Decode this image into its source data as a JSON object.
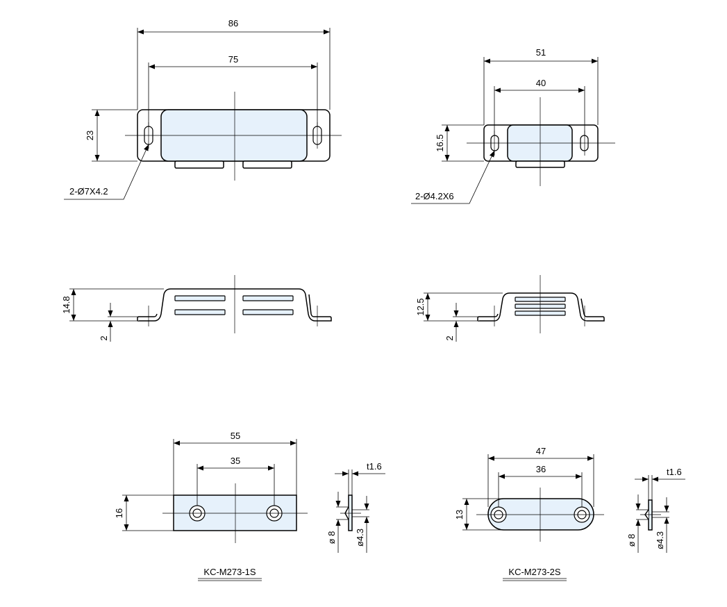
{
  "views": {
    "large_top": {
      "overall_width": "86",
      "hole_pitch": "75",
      "height": "23",
      "hole_spec": "2-Ø7X4.2"
    },
    "small_top": {
      "overall_width": "51",
      "hole_pitch": "40",
      "height": "16.5",
      "hole_spec": "2-Ø4.2X6"
    },
    "large_side": {
      "height": "14.8",
      "base_thickness": "2"
    },
    "small_side": {
      "height": "12.5",
      "base_thickness": "2"
    },
    "plate_1s": {
      "overall_width": "55",
      "hole_pitch": "35",
      "height": "16",
      "thickness": "t1.6",
      "counterbore_dia": "ø 8",
      "hole_dia": "ø4.3",
      "model": "KC-M273-1S"
    },
    "plate_2s": {
      "overall_width": "47",
      "hole_pitch": "36",
      "height": "13",
      "thickness": "t1.6",
      "counterbore_dia": "ø 8",
      "hole_dia": "ø4.3",
      "model": "KC-M273-2S"
    }
  },
  "colors": {
    "part_fill": "#e6f1fb",
    "line": "#000000"
  }
}
